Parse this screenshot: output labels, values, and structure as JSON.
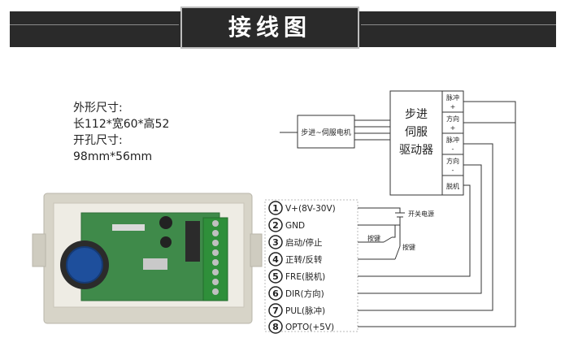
{
  "title": "接线图",
  "specs": {
    "size_label": "外形尺寸:",
    "size_value": "长112*宽60*高52",
    "hole_label": "开孔尺寸:",
    "hole_value": "98mm*56mm"
  },
  "motor_label": "步进~伺服电机",
  "driver_label": [
    "步进",
    "伺服",
    "驱动器"
  ],
  "driver_terminals": [
    "脉冲+",
    "方向+",
    "脉冲-",
    "方向-",
    "脱机"
  ],
  "driver_terminals_display": [
    [
      "脉冲",
      "+"
    ],
    [
      "方向",
      "+"
    ],
    [
      "脉冲",
      "-"
    ],
    [
      "方向",
      "-"
    ],
    [
      "脱机"
    ]
  ],
  "switch_labels": {
    "power": "开关电源",
    "key1": "按键",
    "key2": "按键"
  },
  "terminals": [
    {
      "num": "1",
      "label": "V+(8V-30V)"
    },
    {
      "num": "2",
      "label": "GND"
    },
    {
      "num": "3",
      "label": "启动/停止"
    },
    {
      "num": "4",
      "label": "正转/反转"
    },
    {
      "num": "5",
      "label": "FRE(脱机)"
    },
    {
      "num": "6",
      "label": "DIR(方向)"
    },
    {
      "num": "7",
      "label": "PUL(脉冲)"
    },
    {
      "num": "8",
      "label": "OPTO(+5V)"
    }
  ],
  "colors": {
    "banner": "#2a2a2a",
    "line": "#333333",
    "board_green": "#3f8a4a",
    "terminal_green": "#2f8f3a",
    "knob_blue": "#1e4f9c",
    "housing": "#d7d4c8"
  }
}
